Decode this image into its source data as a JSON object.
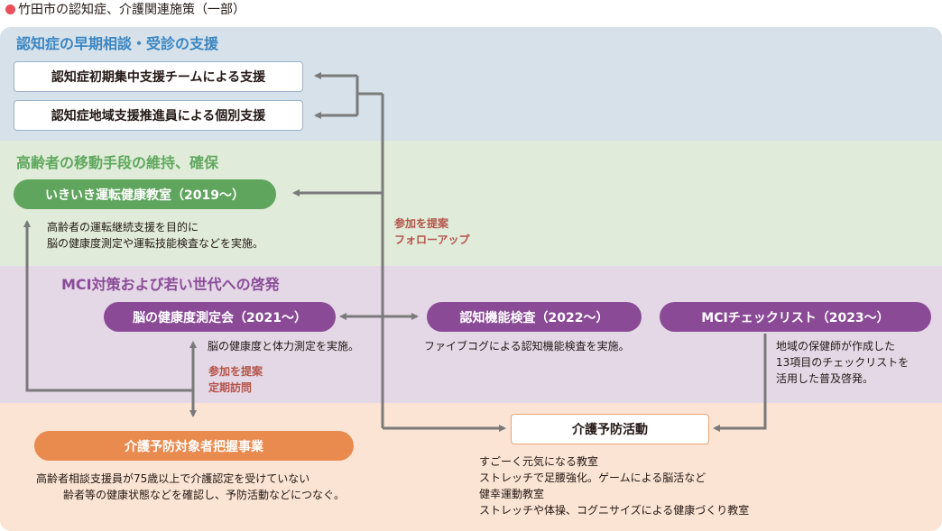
{
  "title": "竹田市の認知症、介護関連施策（一部）",
  "sections": {
    "blue": {
      "title": "認知症の早期相談・受診の支援",
      "box1": "認知症初期集中支援チームによる支援",
      "box2": "認知症地域支援推進員による個別支援"
    },
    "green": {
      "title": "高齢者の移動手段の維持、確保",
      "pill": "いきいき運転健康教室（2019〜）",
      "desc": [
        "高齢者の運転継続支援を目的に",
        "脳の健康度測定や運転技能検査などを実施。"
      ]
    },
    "purple": {
      "title": "MCI対策および若い世代への啓発",
      "pill1": "脳の健康度測定会（2021〜）",
      "desc1": "脳の健康度と体力測定を実施。",
      "pill2": "認知機能検査（2022〜）",
      "desc2": "ファイブコグによる認知機能検査を実施。",
      "pill3": "MCIチェックリスト（2023〜）",
      "desc3": [
        "地域の保健師が作成した",
        "13項目のチェックリストを",
        "活用した普及啓発。"
      ]
    },
    "orange": {
      "pill": "介護予防対象者把握事業",
      "desc": [
        "高齢者相談支援員が75歳以上で介護認定を受けていない",
        "齢者等の健康状態などを確認し、予防活動などにつなぐ。"
      ],
      "box": "介護予防活動",
      "box_desc": [
        "すごーく元気になる教室",
        "ストレッチで足腰強化。ゲームによる脳活など",
        "健幸運動教室",
        "ストレッチや体操、コグニサイズによる健康づくり教室"
      ]
    }
  },
  "notes": {
    "note1": [
      "参加を提案",
      "フォローアップ"
    ],
    "note2": [
      "参加を提案",
      "定期訪問"
    ]
  },
  "colors": {
    "blue_band": "#d6e1ea",
    "green_band": "#e0ebd9",
    "purple_band": "#e4d8e6",
    "orange_band": "#fbe4d3",
    "green": "#5fa55d",
    "purple": "#8a4a96",
    "orange": "#e98a4f",
    "arrow": "#7a7a7a",
    "note": "#b5544a"
  }
}
